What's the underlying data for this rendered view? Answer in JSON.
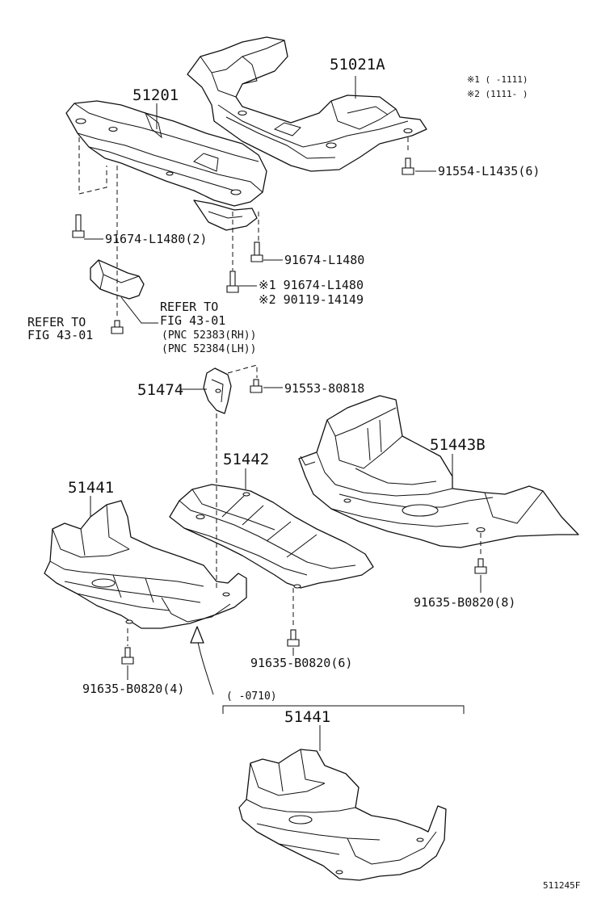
{
  "labels": {
    "p51021a": "51021A",
    "note1": "※1 (      -1111)",
    "note2": "※2 (1111-      )",
    "p91554": "91554-L1435(6)",
    "p51201": "51201",
    "p91674_2": "91674-L1480(2)",
    "p91674_r": "91674-L1480",
    "p91674_m1": "※1 91674-L1480",
    "p90119_m2": "※2 90119-14149",
    "refer_left_1": "REFER TO",
    "refer_left_2": "FIG 43-01",
    "refer_mid_1": "REFER TO",
    "refer_mid_2": "FIG 43-01",
    "pnc_rh": "(PNC 52383(RH))",
    "pnc_lh": "(PNC 52384(LH))",
    "p51474": "51474",
    "p91553": "91553-80818",
    "p51443b": "51443B",
    "p51442": "51442",
    "p51441": "51441",
    "p91635_8": "91635-B0820(8)",
    "p91635_6": "91635-B0820(6)",
    "p91635_4": "91635-B0820(4)",
    "range_0710": "(      -0710)",
    "p51441_alt": "51441",
    "fig_id": "511245F"
  },
  "icons": [
    "bolt-icon",
    "curved-arrow-icon"
  ]
}
